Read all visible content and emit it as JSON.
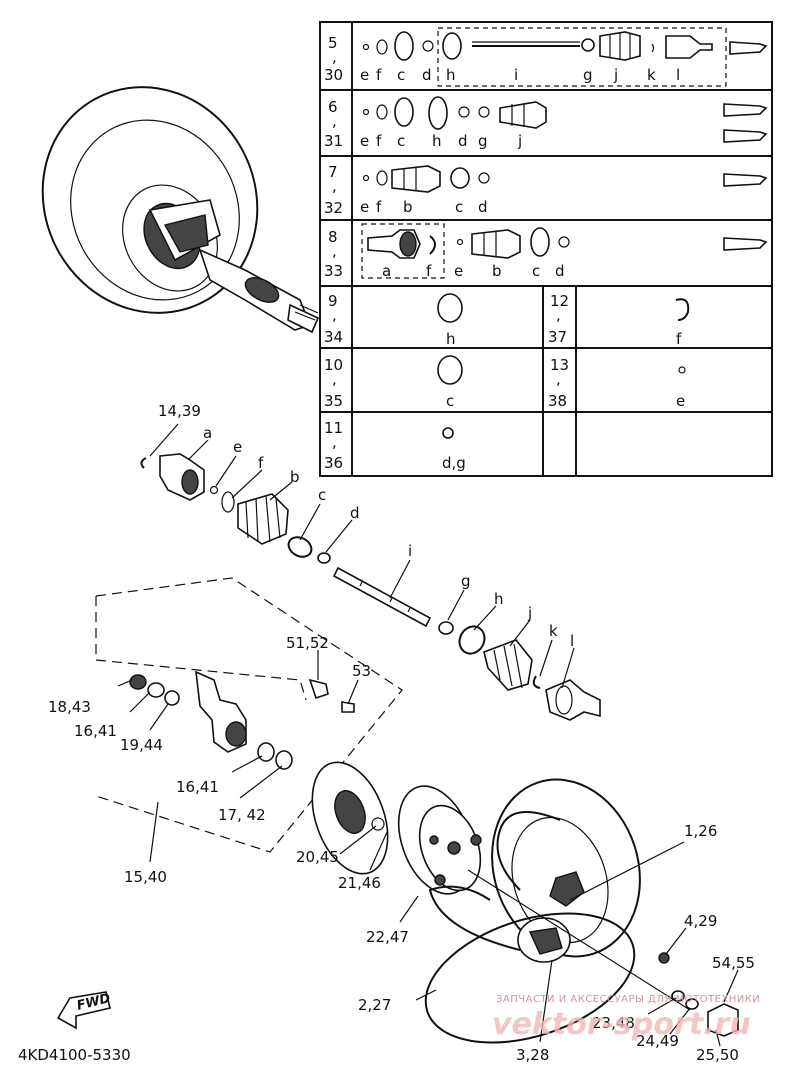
{
  "table": {
    "rows": [
      {
        "num_top": "5",
        "num_sep": ",",
        "num_bot": "30",
        "letters": [
          "e",
          "f",
          "c",
          "d",
          "h",
          "i",
          "g",
          "j",
          "k",
          "l"
        ]
      },
      {
        "num_top": "6",
        "num_sep": ",",
        "num_bot": "31",
        "letters": [
          "e",
          "f",
          "c",
          "h",
          "d",
          "g",
          "j"
        ]
      },
      {
        "num_top": "7",
        "num_sep": ",",
        "num_bot": "32",
        "letters": [
          "e",
          "f",
          "b",
          "c",
          "d"
        ]
      },
      {
        "num_top": "8",
        "num_sep": ",",
        "num_bot": "33",
        "letters": [
          "a",
          "f",
          "e",
          "b",
          "c",
          "d"
        ]
      }
    ],
    "grid": [
      {
        "left": {
          "num_top": "9",
          "num_sep": ",",
          "num_bot": "34",
          "letter": "h"
        },
        "right": {
          "num_top": "12",
          "num_sep": ",",
          "num_bot": "37",
          "letter": "f"
        }
      },
      {
        "left": {
          "num_top": "10",
          "num_sep": ",",
          "num_bot": "35",
          "letter": "c"
        },
        "right": {
          "num_top": "13",
          "num_sep": ",",
          "num_bot": "38",
          "letter": "e"
        }
      },
      {
        "left": {
          "num_top": "11",
          "num_sep": ",",
          "num_bot": "36",
          "letter": "d,g"
        },
        "right": null
      }
    ]
  },
  "callouts": {
    "c1439": "14,39",
    "a": "a",
    "e": "e",
    "f": "f",
    "b": "b",
    "c": "c",
    "d": "d",
    "i": "i",
    "g": "g",
    "h": "h",
    "j": "j",
    "k": "k",
    "l": "l",
    "c5152": "51,52",
    "c53": "53",
    "c1843": "18,43",
    "c1641a": "16,41",
    "c1944": "19,44",
    "c1641b": "16,41",
    "c1742": "17, 42",
    "c1540": "15,40",
    "c2045": "20,45",
    "c2146": "21,46",
    "c2247": "22,47",
    "c126": "1,26",
    "c429": "4,29",
    "c5455": "54,55",
    "c227": "2,27",
    "c2348": "23,48",
    "c2449": "24,49",
    "c2550": "25,50",
    "c328": "3,28"
  },
  "fwd_label": "FWD",
  "diagram_code": "4KD4100-5330",
  "watermark_text": "ЗАПЧАСТИ И АКСЕССУАРЫ ДЛЯ МОТОТЕХНИКИ",
  "watermark_logo": "vektor-sport.ru"
}
